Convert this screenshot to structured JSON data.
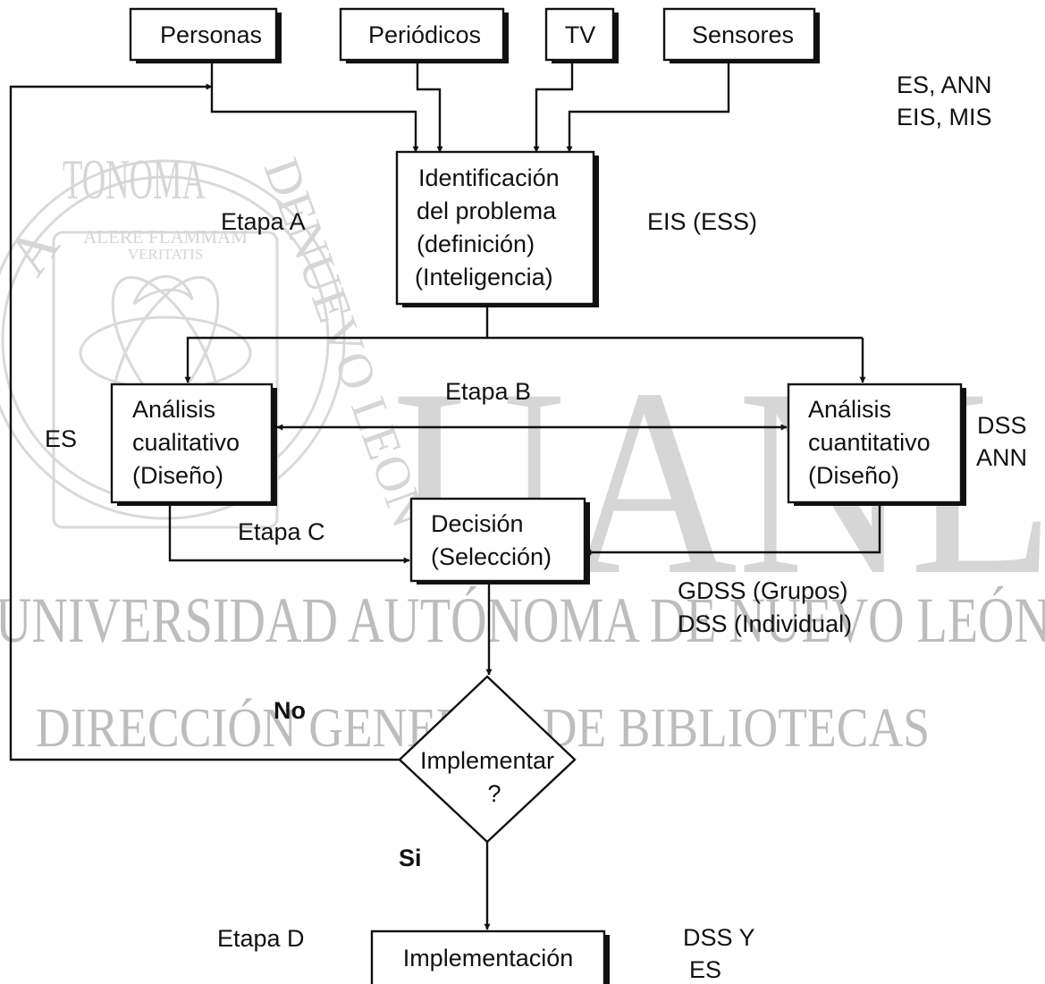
{
  "watermark": {
    "seal_top_text": "TONOMA",
    "seal_left_text": "A",
    "seal_right_text": "DENUEVO LEON",
    "motto_line1": "ALERE FLAMMAM",
    "motto_line2": "VERITATIS",
    "big_letters": "UANL",
    "line1": "UNIVERSIDAD AUTÓNOMA DE NUEVO LEÓN",
    "line2": "DIRECCIÓN GENERAL DE BIBLIOTECAS",
    "color": "#d6d6d6"
  },
  "sources": {
    "personas": "Personas",
    "periodicos": "Periódicos",
    "tv": "TV",
    "sensores": "Sensores"
  },
  "identificacion": {
    "line1": "Identificación",
    "line2": "del problema",
    "line3": "(definición)",
    "line4": "(Inteligencia)"
  },
  "cualitativo": {
    "line1": "Análisis",
    "line2": "cualitativo",
    "line3": "(Diseño)"
  },
  "cuantitativo": {
    "line1": "Análisis",
    "line2": "cuantitativo",
    "line3": "(Diseño)"
  },
  "decision": {
    "line1": "Decisión",
    "line2": "(Selección)"
  },
  "diamond": {
    "line1": "Implementar",
    "line2": "?"
  },
  "implementacion": {
    "label": "Implementación"
  },
  "labels": {
    "es_ann": "ES, ANN",
    "eis_mis": "EIS, MIS",
    "etapa_a": "Etapa A",
    "eis_ess": "EIS (ESS)",
    "etapa_b": "Etapa B",
    "es_left": "ES",
    "dss": "DSS",
    "ann": "ANN",
    "etapa_c": "Etapa C",
    "gdss": "GDSS (Grupos)",
    "dss_individual": "DSS (Individual)",
    "no": "No",
    "si": "Si",
    "etapa_d": "Etapa D",
    "dss_y": "DSS Y",
    "es_bottom": "ES"
  }
}
